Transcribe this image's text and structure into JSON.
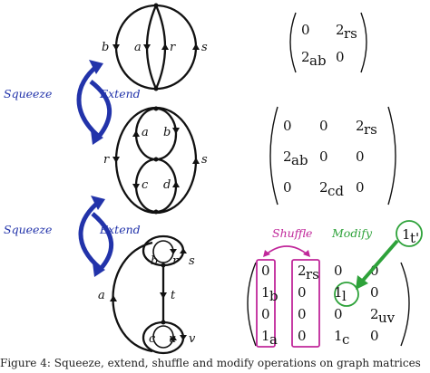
{
  "ops": {
    "squeeze": "Squeeze",
    "extend": "Extend",
    "shuffle": "Shuffle",
    "modify": "Modify"
  },
  "graph1": {
    "labels": [
      "b",
      "a",
      "r",
      "s"
    ]
  },
  "graph2": {
    "labels": [
      "a",
      "b",
      "r",
      "s",
      "c",
      "d"
    ]
  },
  "graph3": {
    "labels": [
      "b",
      "r",
      "s",
      "a",
      "t",
      "c",
      "u",
      "v"
    ]
  },
  "matrix1": {
    "rows": [
      [
        {
          "v": "0",
          "s": ""
        },
        {
          "v": "2",
          "s": "rs"
        }
      ],
      [
        {
          "v": "2",
          "s": "ab"
        },
        {
          "v": "0",
          "s": ""
        }
      ]
    ]
  },
  "matrix2": {
    "rows": [
      [
        {
          "v": "0",
          "s": ""
        },
        {
          "v": "0",
          "s": ""
        },
        {
          "v": "2",
          "s": "rs"
        }
      ],
      [
        {
          "v": "2",
          "s": "ab"
        },
        {
          "v": "0",
          "s": ""
        },
        {
          "v": "0",
          "s": ""
        }
      ],
      [
        {
          "v": "0",
          "s": ""
        },
        {
          "v": "2",
          "s": "cd"
        },
        {
          "v": "0",
          "s": ""
        }
      ]
    ]
  },
  "matrix3": {
    "rows": [
      [
        {
          "v": "0",
          "s": ""
        },
        {
          "v": "2",
          "s": "rs"
        },
        {
          "v": "0",
          "s": ""
        },
        {
          "v": "0",
          "s": ""
        }
      ],
      [
        {
          "v": "1",
          "s": "b"
        },
        {
          "v": "0",
          "s": ""
        },
        {
          "v": "1",
          "s": "l"
        },
        {
          "v": "0",
          "s": ""
        }
      ],
      [
        {
          "v": "0",
          "s": ""
        },
        {
          "v": "0",
          "s": ""
        },
        {
          "v": "0",
          "s": ""
        },
        {
          "v": "2",
          "s": "uv"
        }
      ],
      [
        {
          "v": "1",
          "s": "a"
        },
        {
          "v": "0",
          "s": ""
        },
        {
          "v": "1",
          "s": "c"
        },
        {
          "v": "0",
          "s": ""
        }
      ]
    ]
  },
  "modified_entry": {
    "v": "1",
    "s": "t'"
  },
  "colors": {
    "blue": "#2233aa",
    "magenta": "#c0279a",
    "green": "#2ea23a"
  },
  "caption": "Figure 4: Squeeze, extend, shuffle and modify operations on graph matrices"
}
